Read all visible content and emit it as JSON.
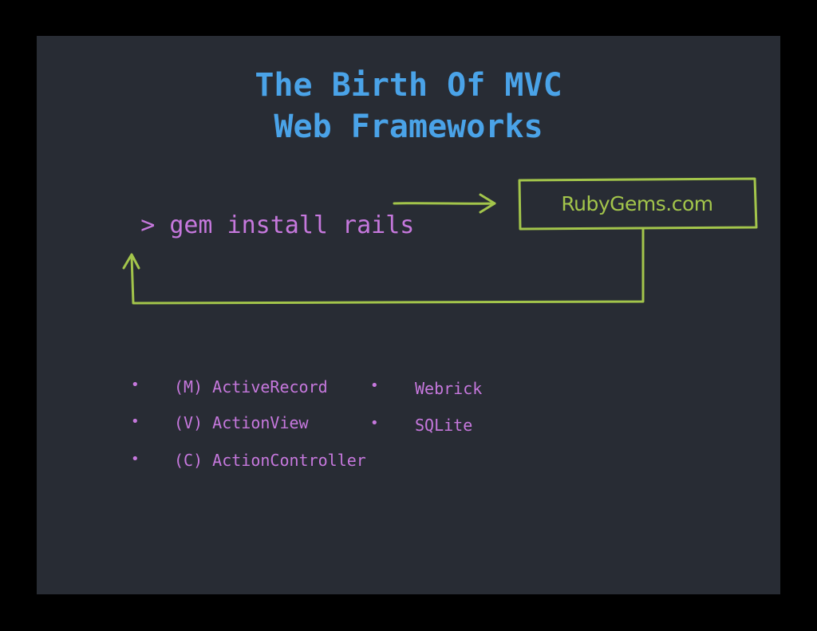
{
  "slide": {
    "title_line1": "The Birth Of MVC",
    "title_line2": "Web Frameworks",
    "command": {
      "prompt": ">",
      "text": "gem install rails"
    },
    "registry_box_label": "RubyGems.com",
    "components": [
      {
        "label": "(M) ActiveRecord"
      },
      {
        "label": "(V) ActionView"
      },
      {
        "label": "(C) ActionController"
      }
    ],
    "extras": [
      {
        "label": "Webrick"
      },
      {
        "label": "SQLite"
      }
    ],
    "bullet_symbol": "•"
  },
  "colors": {
    "background": "#282c34",
    "title": "#4aa3e8",
    "code": "#c678dd",
    "sketch": "#a3c54b"
  }
}
